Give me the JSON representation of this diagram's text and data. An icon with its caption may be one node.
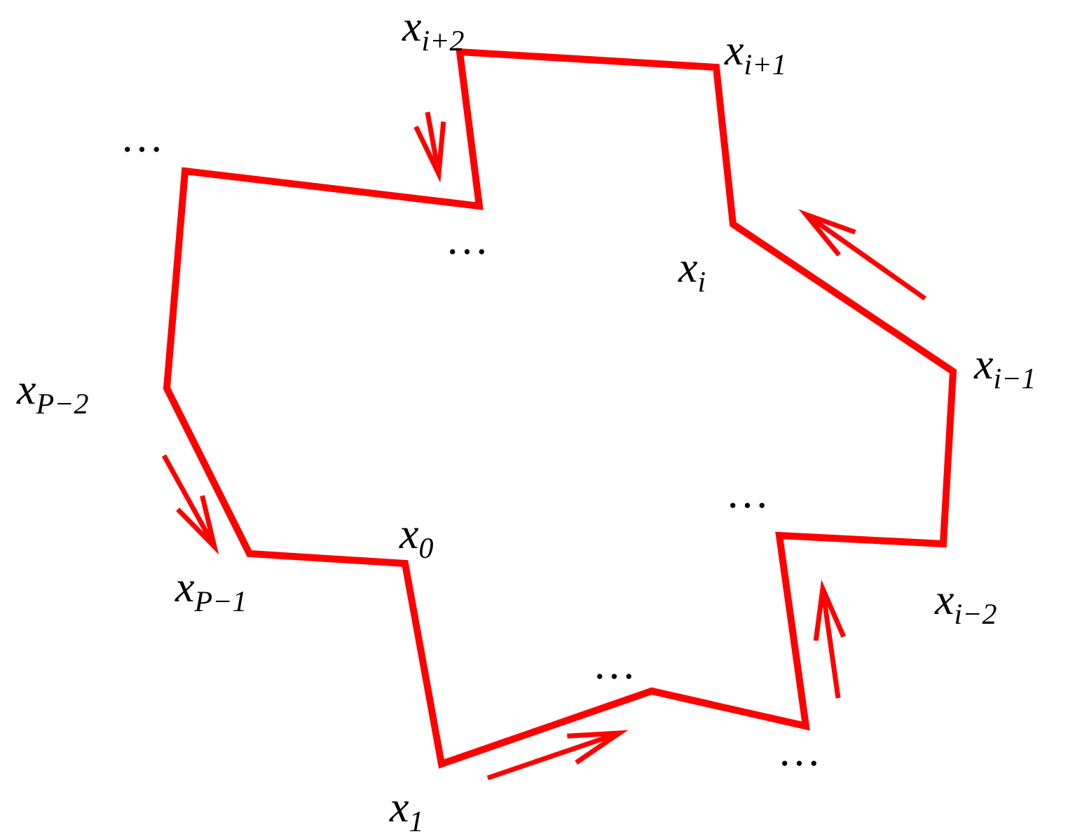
{
  "diagram": {
    "labels": [
      "x$_{i+2}$",
      "x$_{i+1}$",
      "…",
      "…",
      "x$_{i}$",
      "x$_{i−1}$",
      "x$_{P−2}$",
      "…",
      "x$_{0}$",
      "x$_{P−1}$",
      "x$_{i−2}$",
      "…",
      "…",
      "x$_{1}$"
    ]
  }
}
